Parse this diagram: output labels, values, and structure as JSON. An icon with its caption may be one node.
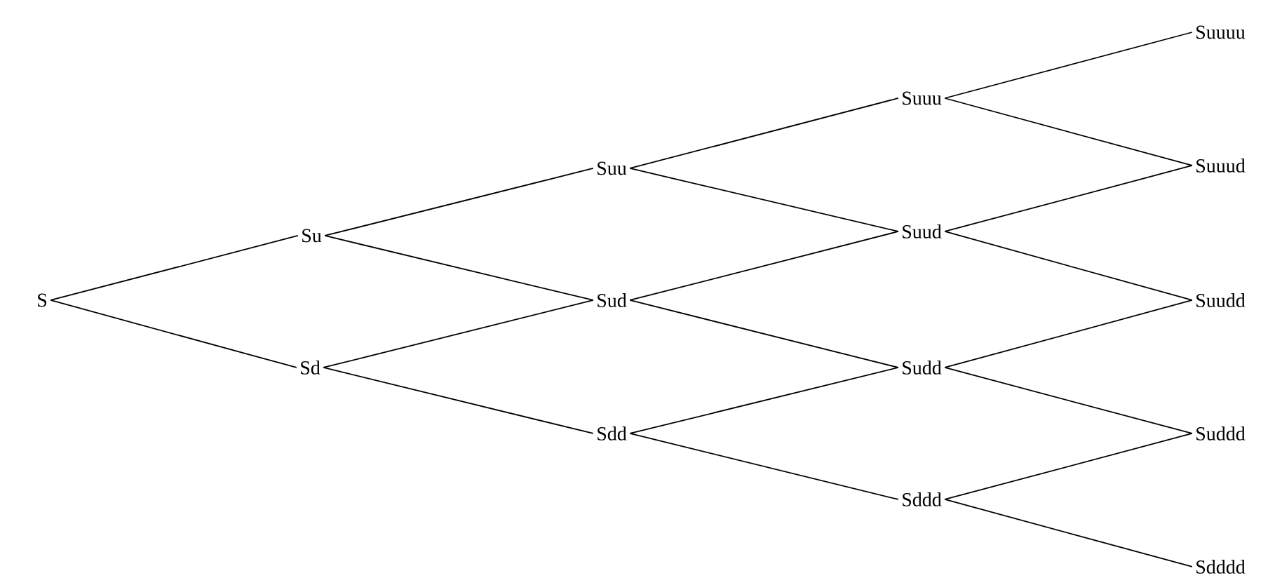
{
  "diagram": {
    "nodes": [
      {
        "text": [
          "S"
        ]
      },
      {
        "text": [
          "Su"
        ]
      },
      {
        "text": [
          "Sd"
        ]
      },
      {
        "text": [
          "Suu"
        ]
      },
      {
        "text": [
          "Sud"
        ]
      },
      {
        "text": [
          "Sdd"
        ]
      },
      {
        "text": [
          "Suuu"
        ]
      },
      {
        "text": [
          "Suud"
        ]
      },
      {
        "text": [
          "Sudd"
        ]
      },
      {
        "text": [
          "Sddd"
        ]
      },
      {
        "text": [
          "Suuuu"
        ]
      },
      {
        "text": [
          "Suuud"
        ]
      },
      {
        "text": [
          "Suudd"
        ]
      },
      {
        "text": [
          "Suddd"
        ]
      },
      {
        "text": [
          "Sdddd"
        ]
      }
    ],
    "edges": [
      {
        "from": 0,
        "to": 1,
        "arrow": "none"
      },
      {
        "from": 0,
        "to": 2,
        "arrow": "none"
      },
      {
        "from": 1,
        "to": 3,
        "arrow": "none"
      },
      {
        "from": 1,
        "to": 4,
        "arrow": "none"
      },
      {
        "from": 2,
        "to": 4,
        "arrow": "none"
      },
      {
        "from": 2,
        "to": 5,
        "arrow": "none"
      },
      {
        "from": 3,
        "to": 6,
        "arrow": "none"
      },
      {
        "from": 3,
        "to": 7,
        "arrow": "none"
      },
      {
        "from": 4,
        "to": 7,
        "arrow": "none"
      },
      {
        "from": 4,
        "to": 8,
        "arrow": "none"
      },
      {
        "from": 5,
        "to": 8,
        "arrow": "none"
      },
      {
        "from": 5,
        "to": 9,
        "arrow": "none"
      },
      {
        "from": 6,
        "to": 10,
        "arrow": "none"
      },
      {
        "from": 6,
        "to": 11,
        "arrow": "none"
      },
      {
        "from": 7,
        "to": 11,
        "arrow": "none"
      },
      {
        "from": 7,
        "to": 12,
        "arrow": "none"
      },
      {
        "from": 8,
        "to": 12,
        "arrow": "none"
      },
      {
        "from": 8,
        "to": 13,
        "arrow": "none"
      },
      {
        "from": 9,
        "to": 13,
        "arrow": "none"
      },
      {
        "from": 9,
        "to": 14,
        "arrow": "none"
      }
    ]
  }
}
